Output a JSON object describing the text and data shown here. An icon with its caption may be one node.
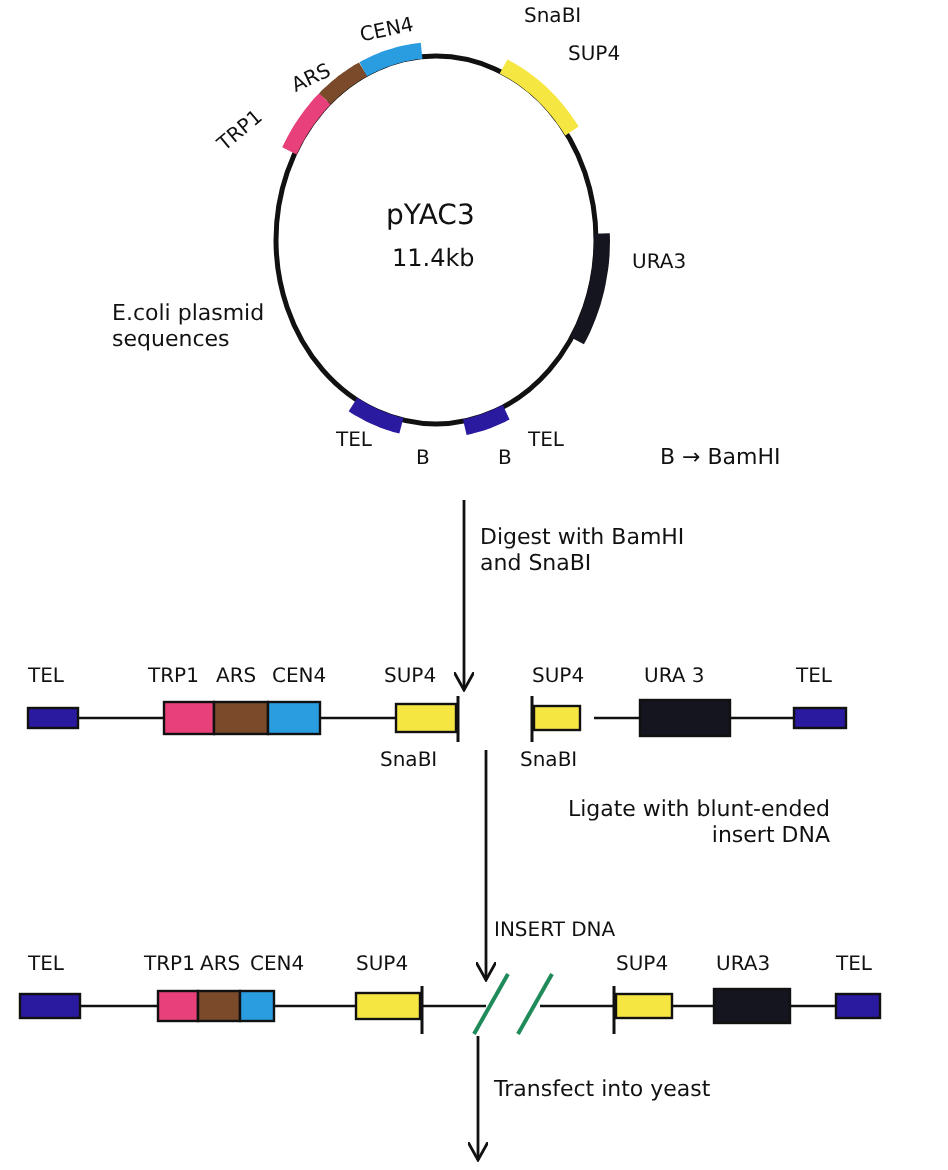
{
  "diagram": {
    "nodes": [
      {
        "text": [
          "pYAC3",
          "11.4kb"
        ]
      },
      {
        "text": [],
        "shape": "bar"
      },
      {
        "text": [],
        "shape": "bar"
      }
    ],
    "edges": [
      {
        "from": 0,
        "to": 1,
        "arrow": "to",
        "label": "Digest with BamHI and SnaBI"
      },
      {
        "from": 1,
        "to": 2,
        "arrow": "to",
        "label": "Ligate with blunt-ended insert DNA"
      },
      {
        "from": 2,
        "to": null,
        "arrow": "to",
        "label": "Transfect into yeast"
      }
    ],
    "labels": [
      "CEN4",
      "SnaBI",
      "ARS",
      "SUP4",
      "TRP1",
      "URA3",
      "E.coli plasmid sequences",
      "TEL",
      "B",
      "B",
      "TEL",
      "B → BamHI",
      "TEL",
      "TRP1",
      "ARS",
      "CEN4",
      "SUP4",
      "SUP4",
      "URA 3",
      "TEL",
      "SnaBI",
      "SnaBI",
      "INSERT DNA",
      "TEL",
      "TRP1",
      "ARS",
      "CEN4",
      "SUP4",
      "SUP4",
      "URA3",
      "TEL"
    ]
  }
}
